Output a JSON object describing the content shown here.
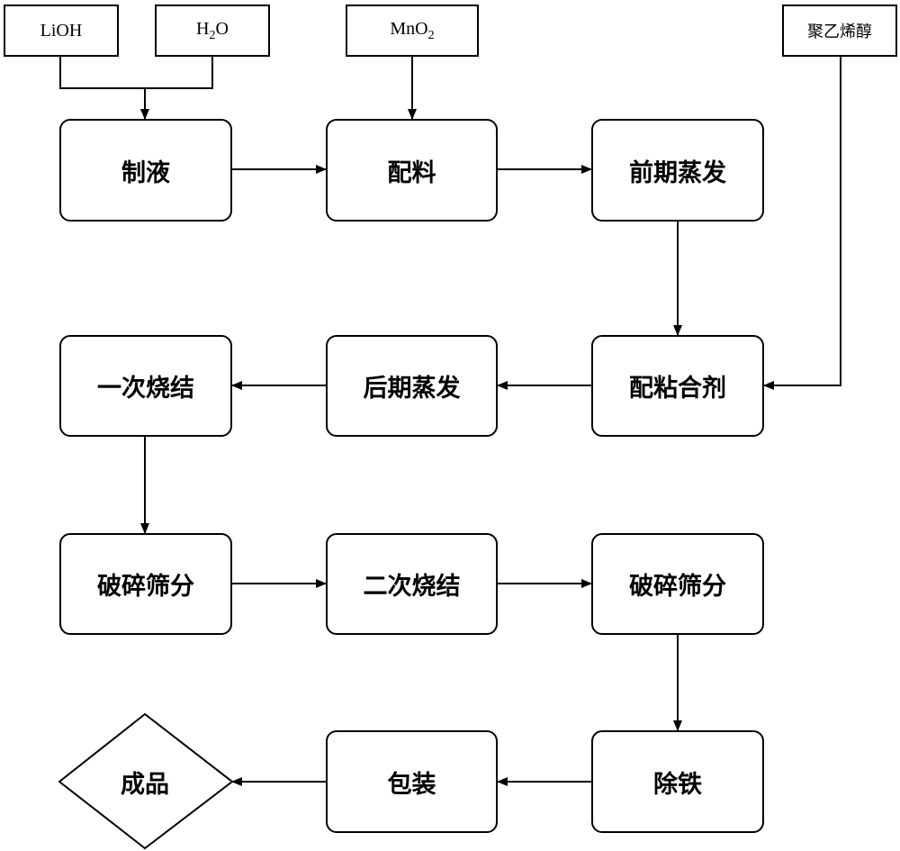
{
  "inputs": {
    "lioh": "LiOH",
    "h2o": {
      "main": "H",
      "sub": "2",
      "tail": "O"
    },
    "mno2": {
      "main": "MnO",
      "sub": "2"
    },
    "pva": "聚乙烯醇"
  },
  "steps": {
    "prepare_solution": "制液",
    "batching": "配料",
    "early_evaporation": "前期蒸发",
    "binder_mixing": "配粘合剂",
    "late_evaporation": "后期蒸发",
    "first_sintering": "一次烧结",
    "crush_sieve_1": "破碎筛分",
    "second_sintering": "二次烧结",
    "crush_sieve_2": "破碎筛分",
    "iron_removal": "除铁",
    "packaging": "包装",
    "product": "成品"
  }
}
